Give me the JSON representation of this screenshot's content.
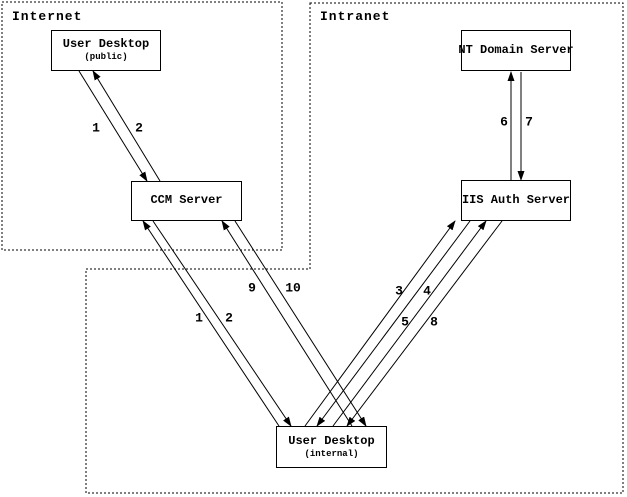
{
  "diagram": {
    "title_visible": false,
    "colors": {
      "line": "#000000",
      "background": "#ffffff",
      "box_fill": "#ffffff",
      "text": "#000000"
    },
    "zones": [
      {
        "label": "Internet"
      },
      {
        "label": "Intranet"
      }
    ],
    "nodes": [
      {
        "id": "user-desktop-public",
        "label": "User Desktop",
        "sublabel": "(public)"
      },
      {
        "id": "ccm-server",
        "label": "CCM Server",
        "sublabel": ""
      },
      {
        "id": "nt-domain-server",
        "label": "NT Domain Server",
        "sublabel": ""
      },
      {
        "id": "iis-auth-server",
        "label": "IIS Auth Server",
        "sublabel": ""
      },
      {
        "id": "user-desktop-internal",
        "label": "User Desktop",
        "sublabel": "(internal)"
      }
    ],
    "edges": [
      {
        "label": "1",
        "from": "User Desktop (public)",
        "to": "CCM Server"
      },
      {
        "label": "2",
        "from": "CCM Server",
        "to": "User Desktop (public)"
      },
      {
        "label": "1",
        "from": "User Desktop (internal)",
        "to": "CCM Server"
      },
      {
        "label": "2",
        "from": "CCM Server",
        "to": "User Desktop (internal)"
      },
      {
        "label": "9",
        "from": "User Desktop (internal)",
        "to": "CCM Server"
      },
      {
        "label": "10",
        "from": "CCM Server",
        "to": "User Desktop (internal)"
      },
      {
        "label": "3",
        "from": "User Desktop (internal)",
        "to": "IIS Auth Server"
      },
      {
        "label": "4",
        "from": "IIS Auth Server",
        "to": "User Desktop (internal)"
      },
      {
        "label": "5",
        "from": "User Desktop (internal)",
        "to": "IIS Auth Server"
      },
      {
        "label": "8",
        "from": "IIS Auth Server",
        "to": "User Desktop (internal)"
      },
      {
        "label": "6",
        "from": "IIS Auth Server",
        "to": "NT Domain Server"
      },
      {
        "label": "7",
        "from": "NT Domain Server",
        "to": "IIS Auth Server"
      }
    ]
  }
}
